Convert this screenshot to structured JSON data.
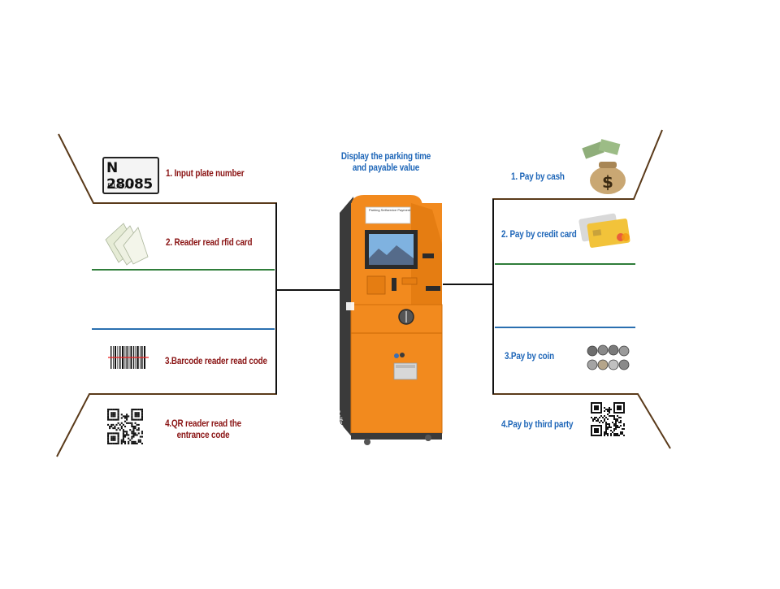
{
  "diagram": {
    "center": {
      "caption_line1": "Display the parking time",
      "caption_line2": "and payable value",
      "screen_title": "Parking Selfservice Payment",
      "side_text": "Parking Selfservice Payment"
    },
    "left_features": [
      {
        "label": "1. Input plate number",
        "icon": "license-plate-icon"
      },
      {
        "label": "2. Reader read rfid card",
        "icon": "rfid-card-icon"
      },
      {
        "label": "3.Barcode reader read code",
        "icon": "barcode-icon"
      },
      {
        "label_line1": "4.QR reader read the",
        "label_line2": "entrance code",
        "icon": "qr-code-icon"
      }
    ],
    "right_features": [
      {
        "label": "1. Pay by cash",
        "icon": "money-bag-icon"
      },
      {
        "label": "2. Pay by credit card",
        "icon": "credit-card-icon"
      },
      {
        "label": "3.Pay by coin",
        "icon": "coins-icon"
      },
      {
        "label": "4.Pay by third party",
        "icon": "qr-code-icon"
      }
    ],
    "plate": {
      "number": "N 28085",
      "city": "DUBAI"
    },
    "colors": {
      "left_label": "#8a1414",
      "right_label": "#1e66b8",
      "kiosk_orange": "#f28a1e",
      "kiosk_dark": "#3a3a3a",
      "divider_green": "#2f7d3a",
      "divider_blue": "#2a6fb0",
      "frame_brown": "#5a3a1a"
    }
  }
}
